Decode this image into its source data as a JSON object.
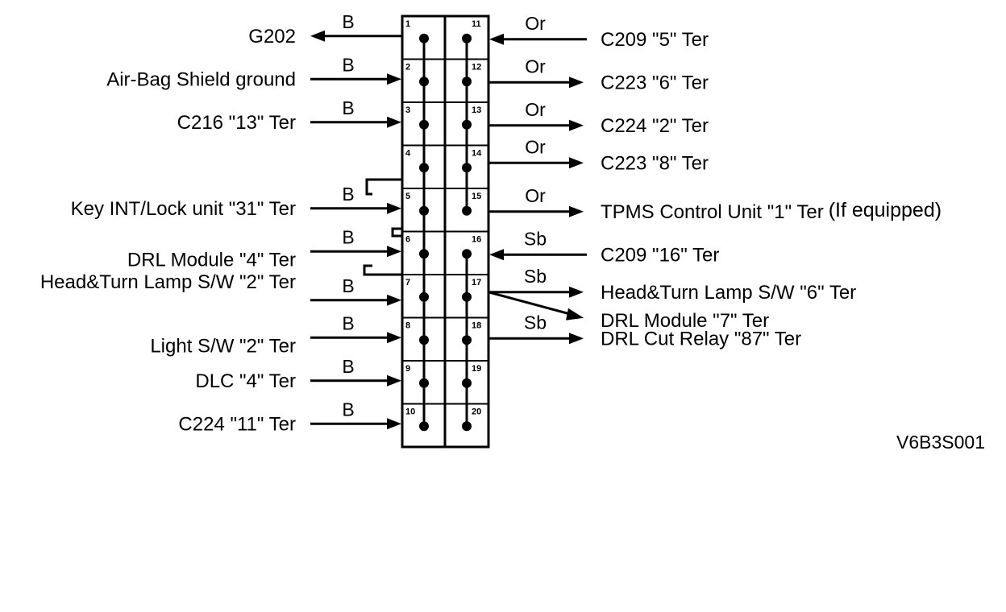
{
  "left_pins": [
    {
      "pin": "1",
      "wire": "B",
      "label": "G202",
      "dir": "out"
    },
    {
      "pin": "2",
      "wire": "B",
      "label": "Air-Bag Shield ground",
      "dir": "in"
    },
    {
      "pin": "3",
      "wire": "B",
      "label": "C216 \"13\" Ter",
      "dir": "in"
    },
    {
      "pin": "4",
      "wire": "",
      "label": "",
      "dir": "none"
    },
    {
      "pin": "5",
      "wire": "B",
      "label": "Key INT/Lock unit \"31\" Ter",
      "dir": "in"
    },
    {
      "pin": "6",
      "wire": "B",
      "label": "DRL Module \"4\" Ter",
      "dir": "in"
    },
    {
      "pin": "7",
      "wire": "B",
      "label": "Head&Turn Lamp S/W \"2\" Ter",
      "dir": "in"
    },
    {
      "pin": "8",
      "wire": "B",
      "label": "Light S/W \"2\" Ter",
      "dir": "in"
    },
    {
      "pin": "9",
      "wire": "B",
      "label": "DLC \"4\" Ter",
      "dir": "in"
    },
    {
      "pin": "10",
      "wire": "B",
      "label": "C224 \"11\" Ter",
      "dir": "in"
    }
  ],
  "right_pins": [
    {
      "pin": "11",
      "wire": "Or",
      "label": "C209 \"5\" Ter",
      "dir": "in"
    },
    {
      "pin": "12",
      "wire": "Or",
      "label": "C223 \"6\" Ter",
      "dir": "out"
    },
    {
      "pin": "13",
      "wire": "Or",
      "label": "C224 \"2\" Ter",
      "dir": "out"
    },
    {
      "pin": "14",
      "wire": "Or",
      "label": "C223 \"8\" Ter",
      "dir": "out"
    },
    {
      "pin": "15",
      "wire": "Or",
      "label": "TPMS Control Unit \"1\" Ter",
      "note": "(If equipped)",
      "dir": "out"
    },
    {
      "pin": "16",
      "wire": "Sb",
      "label": "C209 \"16\" Ter",
      "dir": "in"
    },
    {
      "pin": "17",
      "wire": "Sb",
      "label": "Head&Turn Lamp S/W \"6\" Ter",
      "label2": "DRL Module \"7\" Ter",
      "dir": "out"
    },
    {
      "pin": "18",
      "wire": "Sb",
      "label": "DRL Cut Relay \"87\" Ter",
      "dir": "out"
    },
    {
      "pin": "19",
      "wire": "",
      "label": "",
      "dir": "none"
    },
    {
      "pin": "20",
      "wire": "",
      "label": "",
      "dir": "none"
    }
  ],
  "code": "V6B3S001"
}
